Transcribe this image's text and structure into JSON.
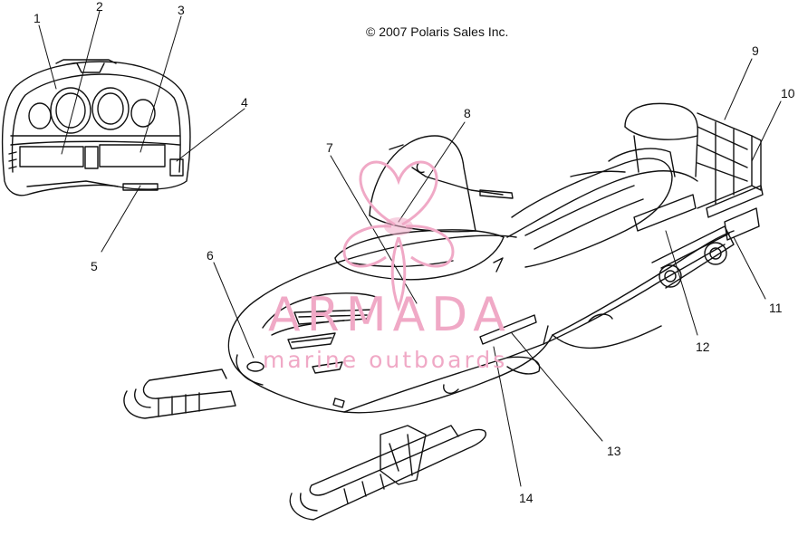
{
  "copyright": "© 2007 Polaris Sales Inc.",
  "watermark": {
    "brand": "ARMADA",
    "tagline": "marine outboards",
    "color": "#f0a9c6"
  },
  "callouts": [
    "1",
    "2",
    "3",
    "4",
    "5",
    "6",
    "7",
    "8",
    "9",
    "10",
    "11",
    "12",
    "13",
    "14"
  ],
  "colors": {
    "line": "#111111",
    "background": "#ffffff"
  }
}
